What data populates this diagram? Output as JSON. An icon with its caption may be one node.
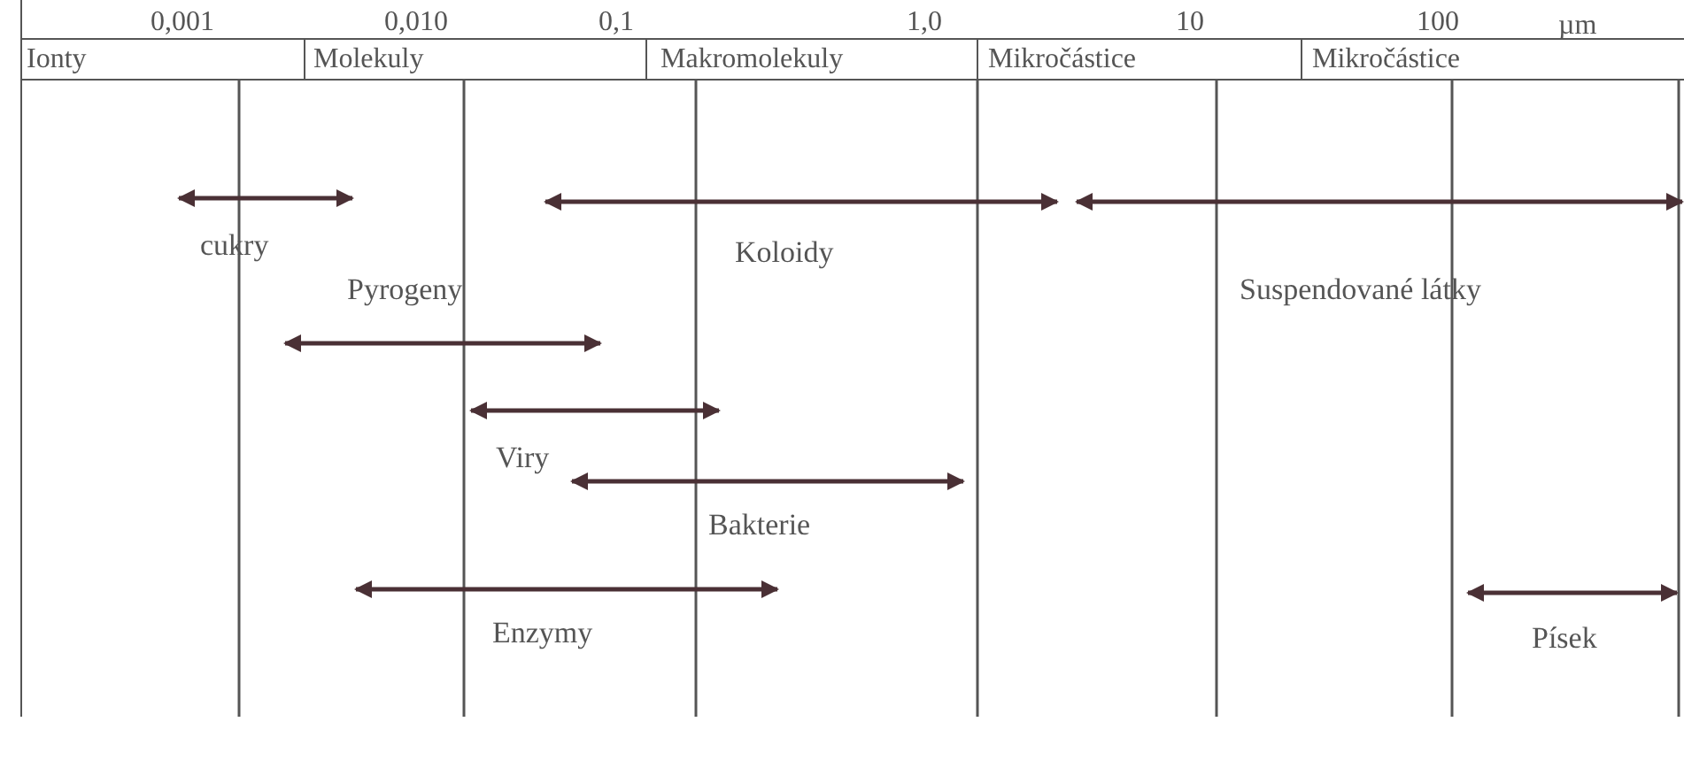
{
  "diagram": {
    "labels": [
      "0,001",
      "0,010",
      "0,1",
      "1,0",
      "10",
      "100",
      "µm",
      "Ionty",
      "Molekuly",
      "Makromolekuly",
      "Mikročástice",
      "Mikročástice",
      "cukry",
      "Koloidy",
      "Pyrogeny",
      "Suspendované látky",
      "Viry",
      "Bakterie",
      "Enzymy",
      "Písek"
    ]
  }
}
